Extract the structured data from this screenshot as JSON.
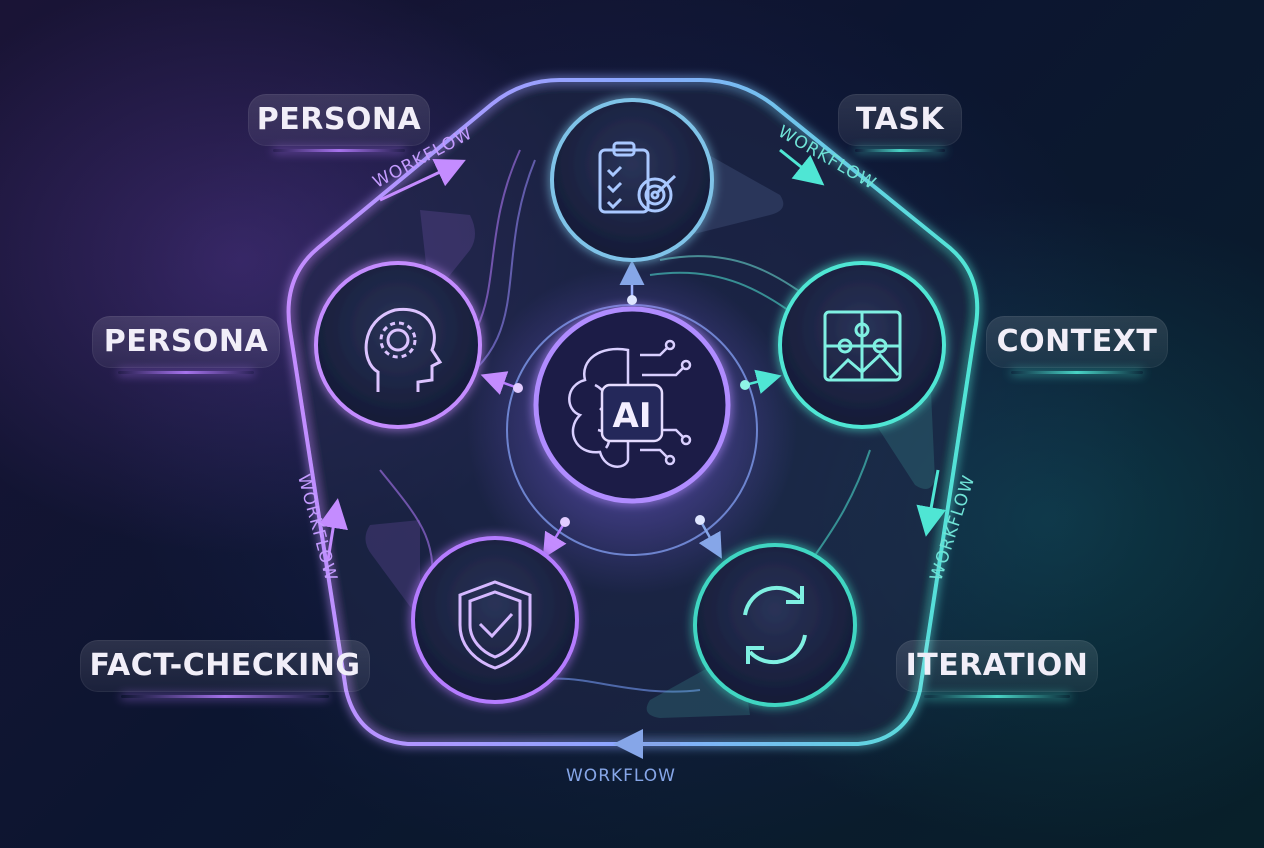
{
  "center": {
    "label": "AI",
    "icon": "brain-circuit-icon"
  },
  "steps": [
    {
      "label": "TASK",
      "icon": "clipboard-target-icon",
      "color": "#5fd6e0"
    },
    {
      "label": "CONTEXT",
      "icon": "puzzle-icon",
      "color": "#4fe6d4"
    },
    {
      "label": "ITERATION",
      "icon": "refresh-cycle-icon",
      "color": "#3fd6c2"
    },
    {
      "label": "FACT-CHECKING",
      "icon": "shield-check-icon",
      "color": "#b57cff"
    },
    {
      "label": "PERSONA",
      "icon": "head-gear-icon",
      "color": "#c48cff"
    }
  ],
  "extra_label": {
    "label": "PERSONA"
  },
  "edges": [
    {
      "label": "WORKFLOW"
    },
    {
      "label": "WORKFLOW"
    },
    {
      "label": "WORKFLOW"
    },
    {
      "label": "WORKFLOW"
    },
    {
      "label": "WORKFLOW"
    }
  ],
  "colors": {
    "purple": "#b57cff",
    "teal": "#4fe6d4",
    "blue": "#7aa2ff",
    "background": "#0b1226"
  }
}
